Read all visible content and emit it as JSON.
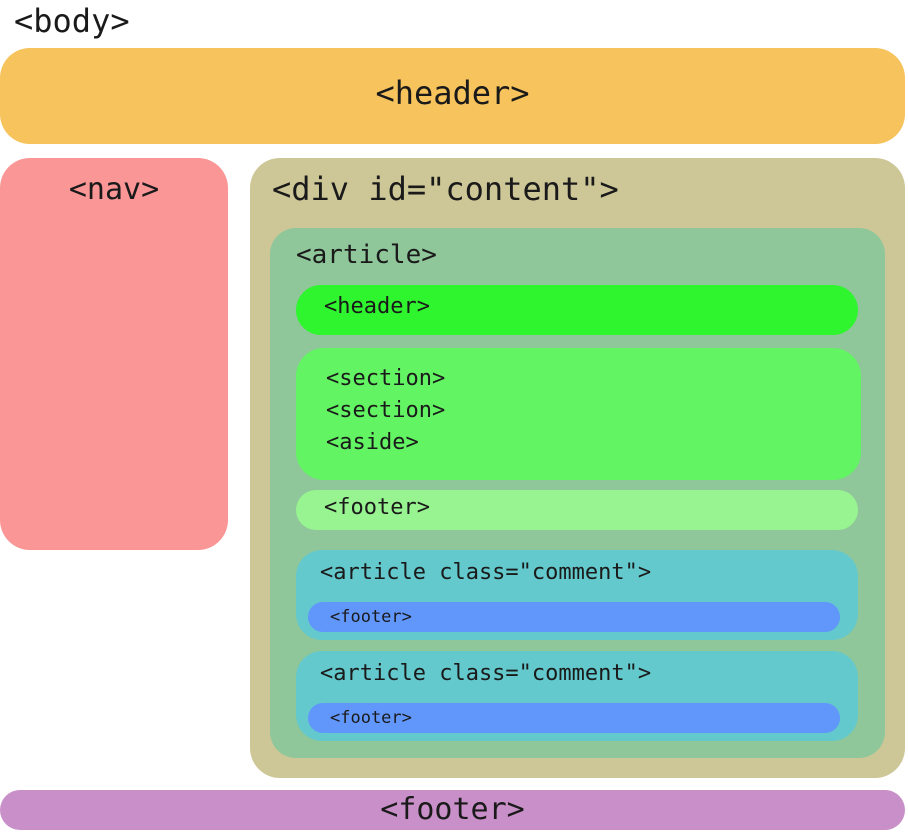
{
  "body_label": "<body>",
  "header": {
    "label": "<header>"
  },
  "nav": {
    "label": "<nav>"
  },
  "content": {
    "label": "<div id=\"content\">",
    "article": {
      "label": "<article>",
      "header": {
        "label": "<header>"
      },
      "body_lines": [
        "<section>",
        "<section>",
        "<aside>"
      ],
      "footer": {
        "label": "<footer>"
      },
      "comments": [
        {
          "label": "<article class=\"comment\">",
          "footer": "<footer>"
        },
        {
          "label": "<article class=\"comment\">",
          "footer": "<footer>"
        }
      ]
    }
  },
  "footer": {
    "label": "<footer>"
  },
  "colors": {
    "header": "#f6c35c",
    "nav": "#fa9696",
    "content": "#cdc797",
    "article": "#8fc79b",
    "article_header": "#2ef52e",
    "article_body": "#63f463",
    "article_footer": "#98f391",
    "comment": "#63c9cd",
    "comment_footer": "#6196fb",
    "footer": "#c98fc8"
  }
}
